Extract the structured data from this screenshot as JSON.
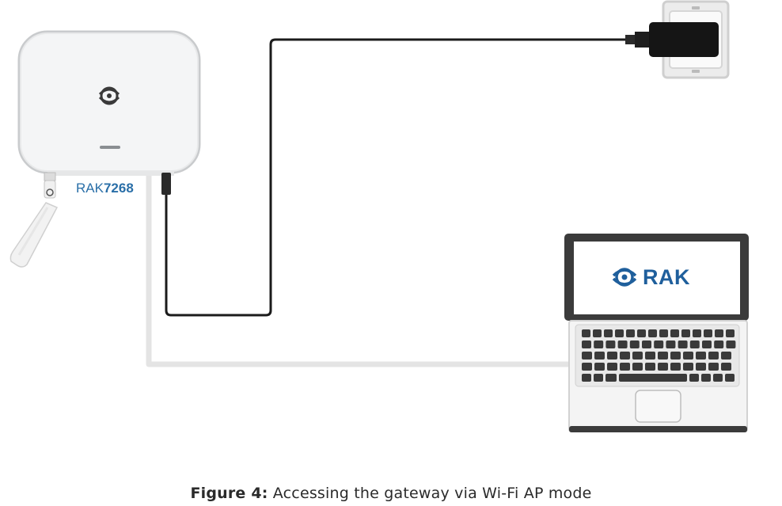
{
  "gateway": {
    "model_prefix": "RAK",
    "model_number": "7268"
  },
  "laptop": {
    "screen_brand": "RAK"
  },
  "caption": {
    "label": "Figure 4:",
    "text": " Accessing the gateway via Wi-Fi AP mode"
  },
  "colors": {
    "brand_blue": "#2a6fa8",
    "power_cable": "#1a1a1a",
    "ethernet_cable": "#e2e2e2",
    "device_shell": "#f4f5f6"
  },
  "icons": [
    "rak-logo-icon",
    "power-adapter-icon",
    "wall-outlet-icon",
    "antenna-icon",
    "laptop-icon"
  ]
}
